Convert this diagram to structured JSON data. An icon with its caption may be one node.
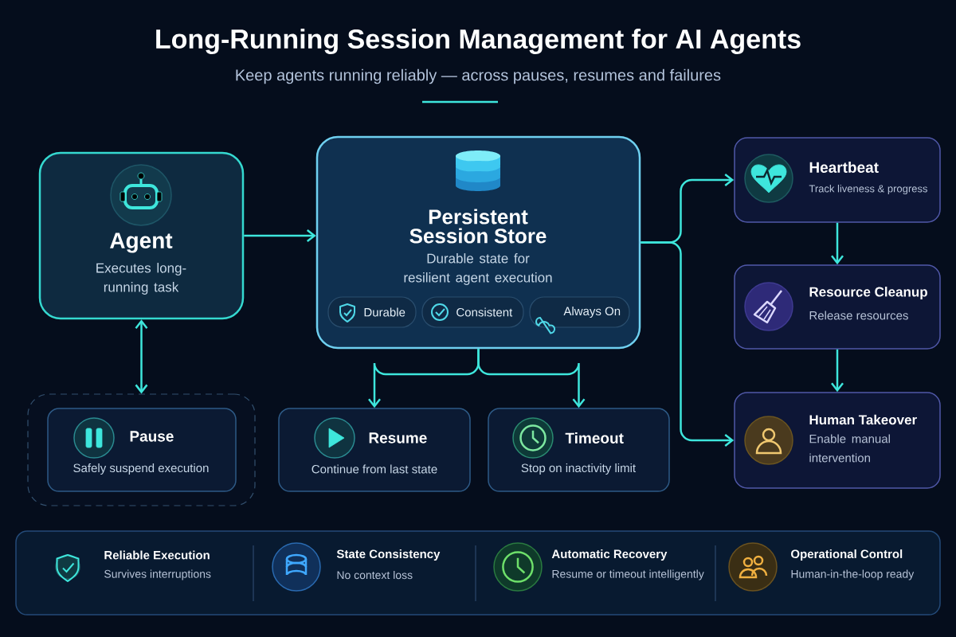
{
  "diagram": {
    "title": "Long-Running Session Management for AI Agents",
    "nodes": [
      {
        "text": [
          "Agent",
          "Executes long-running task"
        ]
      },
      {
        "text": [
          "Persistent Session Store",
          "Durable state for resilient agent execution"
        ]
      },
      {
        "text": [
          "Durable"
        ],
        "in": 1
      },
      {
        "text": [
          "Consistent"
        ],
        "in": 1
      },
      {
        "text": [
          "Always On"
        ],
        "in": 1
      },
      {
        "text": [
          "Heartbeat",
          "Track liveness & progress"
        ]
      },
      {
        "text": [
          "Resource Cleanup",
          "Release resources"
        ]
      },
      {
        "text": [
          "Human Takeover",
          "Enable manual intervention"
        ]
      },
      {
        "text": [],
        "shape": "box"
      },
      {
        "text": [
          "Pause",
          "Safely suspend execution"
        ],
        "in": 8
      },
      {
        "text": [
          "Resume",
          "Continue from last state"
        ]
      },
      {
        "text": [
          "Timeout",
          "Stop on inactivity limit"
        ]
      },
      {
        "text": [
          "Reliable Execution",
          "Survives interruptions",
          "State Consistency",
          "No context loss",
          "Automatic Recovery",
          "Resume or timeout intelligently",
          "Operational Control",
          "Human-in-the-loop ready"
        ]
      }
    ],
    "edges": [
      {
        "from": 0,
        "to": 1,
        "arrow": "to"
      },
      {
        "from": 0,
        "to": 8,
        "arrow": "both"
      },
      {
        "from": 1,
        "to": 10,
        "arrow": "to"
      },
      {
        "from": 1,
        "to": 11,
        "arrow": "to"
      },
      {
        "from": 1,
        "to": 5,
        "arrow": "to"
      },
      {
        "from": 1,
        "to": 7,
        "arrow": "to"
      },
      {
        "from": 5,
        "to": 6,
        "arrow": "to"
      },
      {
        "from": 6,
        "to": 7,
        "arrow": "to"
      }
    ],
    "labels": [
      "Keep agents running reliably — across pauses, resumes and failures"
    ]
  }
}
